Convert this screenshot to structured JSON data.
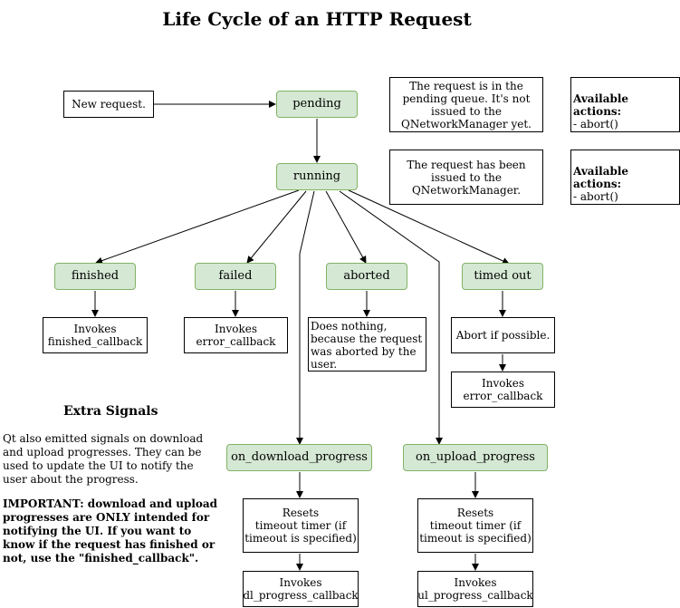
{
  "title": "Life Cycle of an HTTP Request",
  "nodes": {
    "new_request": "New request.",
    "pending": "pending",
    "running": "running",
    "finished": "finished",
    "failed": "failed",
    "aborted": "aborted",
    "timed_out": "timed out",
    "invokes_finished": "Invokes\nfinished_callback",
    "invokes_error": "Invokes\nerror_callback",
    "does_nothing": "Does nothing, because the request was aborted by the user.",
    "abort_if_possible": "Abort if possible.",
    "invokes_error_2": "Invokes\nerror_callback",
    "on_download_progress": "on_download_progress",
    "on_upload_progress": "on_upload_progress",
    "resets_dl": "Resets\ntimeout timer (if timeout is specified)",
    "resets_ul": "Resets\ntimeout timer (if timeout is specified)",
    "invokes_dl": "Invokes\ndl_progress_callback",
    "invokes_ul": "Invokes\nul_progress_callback"
  },
  "notes": {
    "pending_desc": "The request is in the pending queue. It's not issued to the QNetworkManager yet.",
    "running_desc": "The request has been issued to the QNetworkManager.",
    "pending_actions_heading": "Available actions:",
    "pending_actions_item": "- abort()",
    "running_actions_heading": "Available actions:",
    "running_actions_item": "- abort()"
  },
  "extra": {
    "heading": "Extra Signals",
    "body": "Qt also emitted signals on download and upload progresses. They can be used to update the UI to notify the user about the progress.",
    "important": "IMPORTANT: download and upload progresses are ONLY intended for notifying the UI. If you want to know if the request has finished or not, use the \"finished_callback\"."
  }
}
